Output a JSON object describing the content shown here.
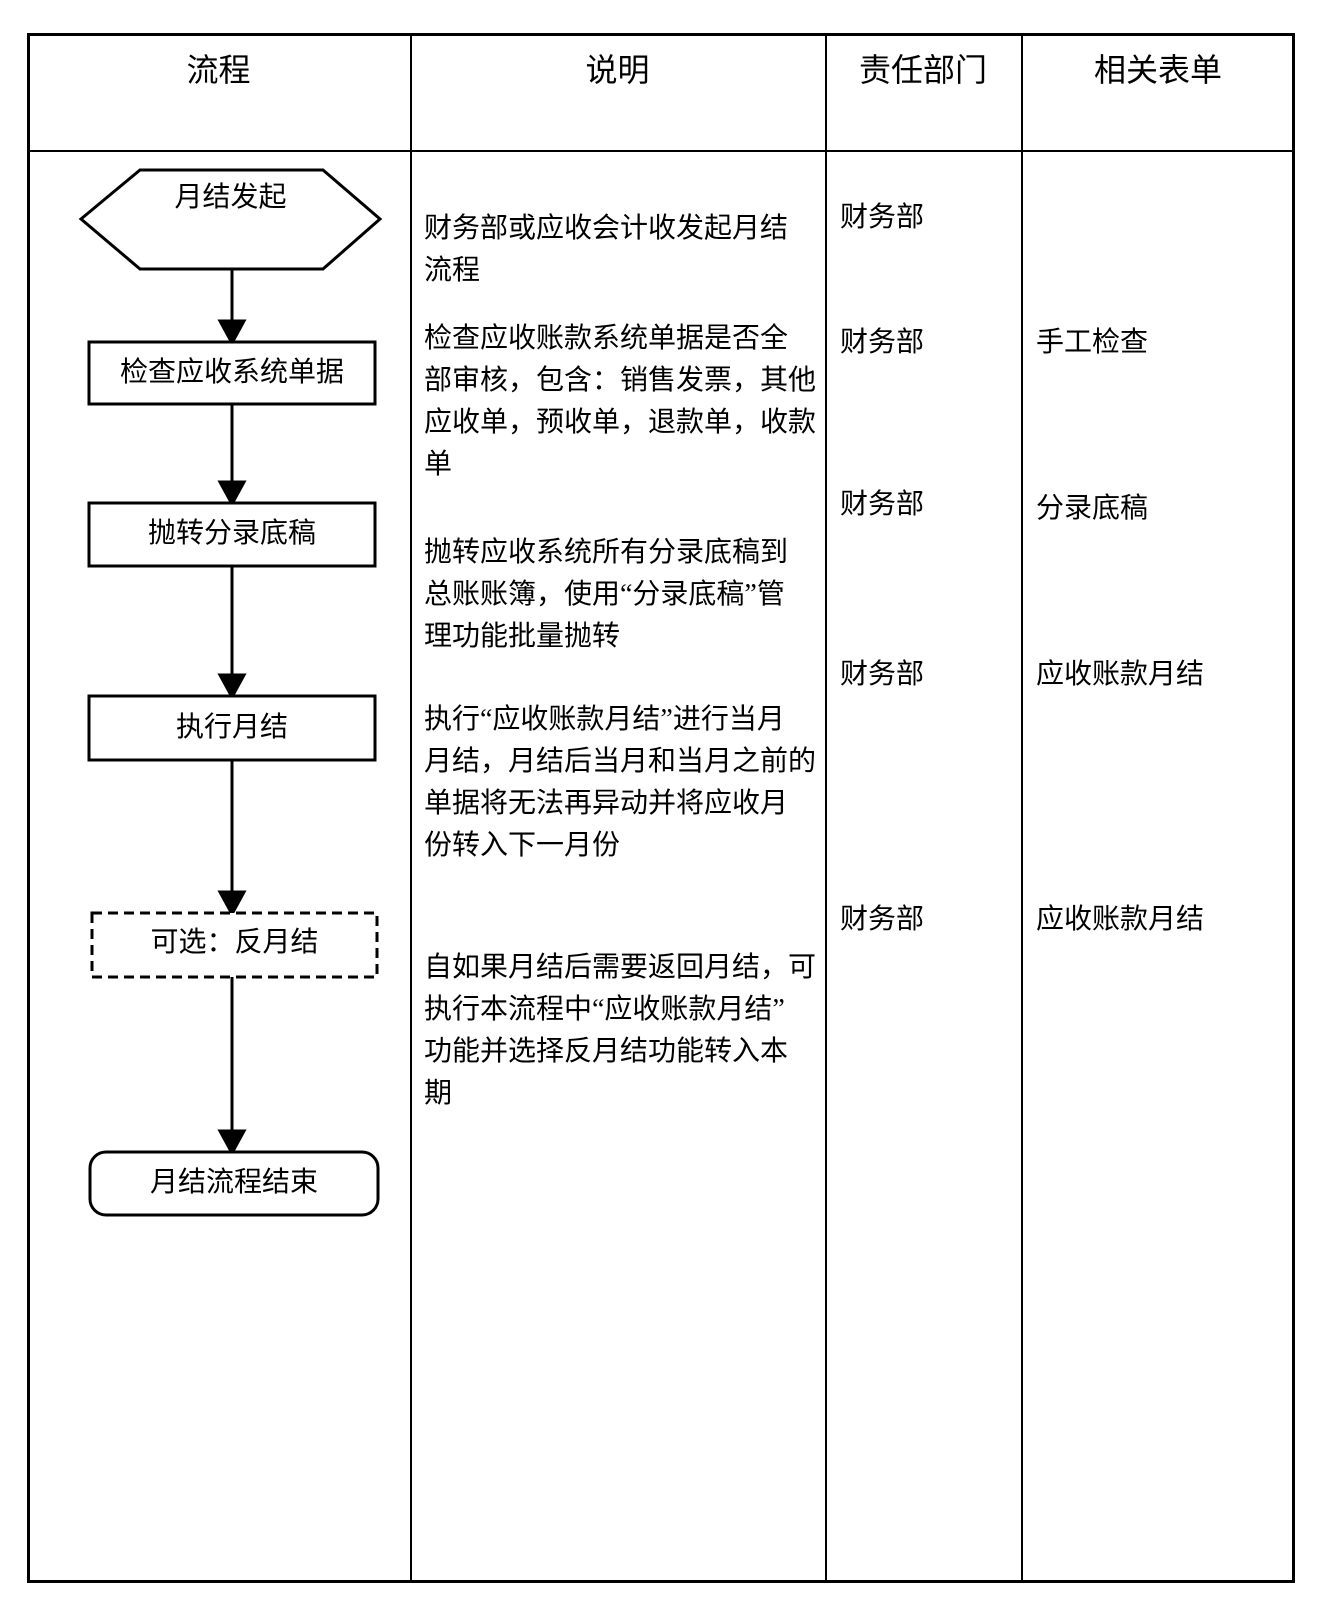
{
  "header": {
    "process": "流程",
    "description": "说明",
    "department": "责任部门",
    "forms": "相关表单"
  },
  "flowchart": {
    "nodes": [
      {
        "shape": "hexagon",
        "label": "月结发起"
      },
      {
        "shape": "rectangle",
        "label": "检查应收系统单据"
      },
      {
        "shape": "rectangle",
        "label": "抛转分录底稿"
      },
      {
        "shape": "rectangle",
        "label": "执行月结"
      },
      {
        "shape": "dashed-rectangle",
        "label": "可选：反月结"
      },
      {
        "shape": "rounded-rectangle",
        "label": "月结流程结束"
      }
    ]
  },
  "rows": [
    {
      "description": "财务部或应收会计收发起月结\n流程",
      "department": "财务部",
      "form": ""
    },
    {
      "description": "检查应收账款系统单据是否全\n部审核，包含：销售发票，其他\n应收单，预收单，退款单，收款\n单",
      "department": "财务部",
      "form": "手工检查"
    },
    {
      "description": "抛转应收系统所有分录底稿到\n总账账簿，使用“分录底稿”管\n理功能批量抛转",
      "department": "财务部",
      "form": "分录底稿"
    },
    {
      "description": "执行“应收账款月结”进行当月\n月结，月结后当月和当月之前的\n单据将无法再异动并将应收月\n份转入下一月份",
      "department": "财务部",
      "form": "应收账款月结"
    },
    {
      "description": "自如果月结后需要返回月结，可\n执行本流程中“应收账款月结”\n功能并选择反月结功能转入本\n期",
      "department": "财务部",
      "form": "应收账款月结"
    }
  ],
  "colors": {
    "line": "#000000",
    "background": "#ffffff",
    "text": "#000000"
  }
}
